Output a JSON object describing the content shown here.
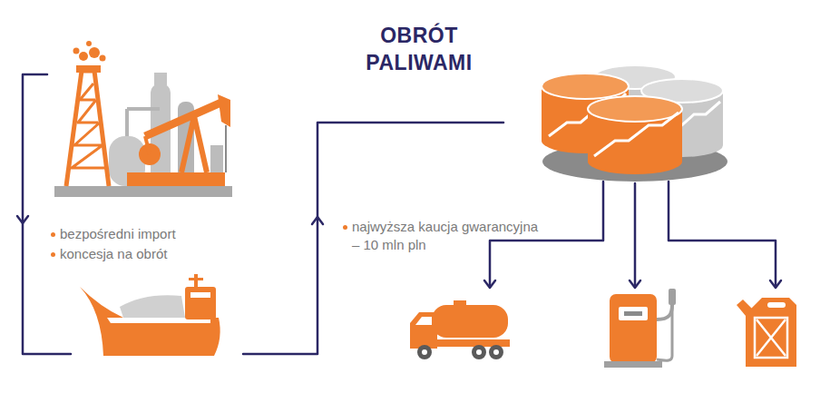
{
  "diagram": {
    "title": "OBRÓT PALIWAMI",
    "labels": [
      "bezpośredni import",
      "koncesja na obrót",
      "najwyższa kaucja gwarancyjna – 10 mln pln"
    ]
  }
}
